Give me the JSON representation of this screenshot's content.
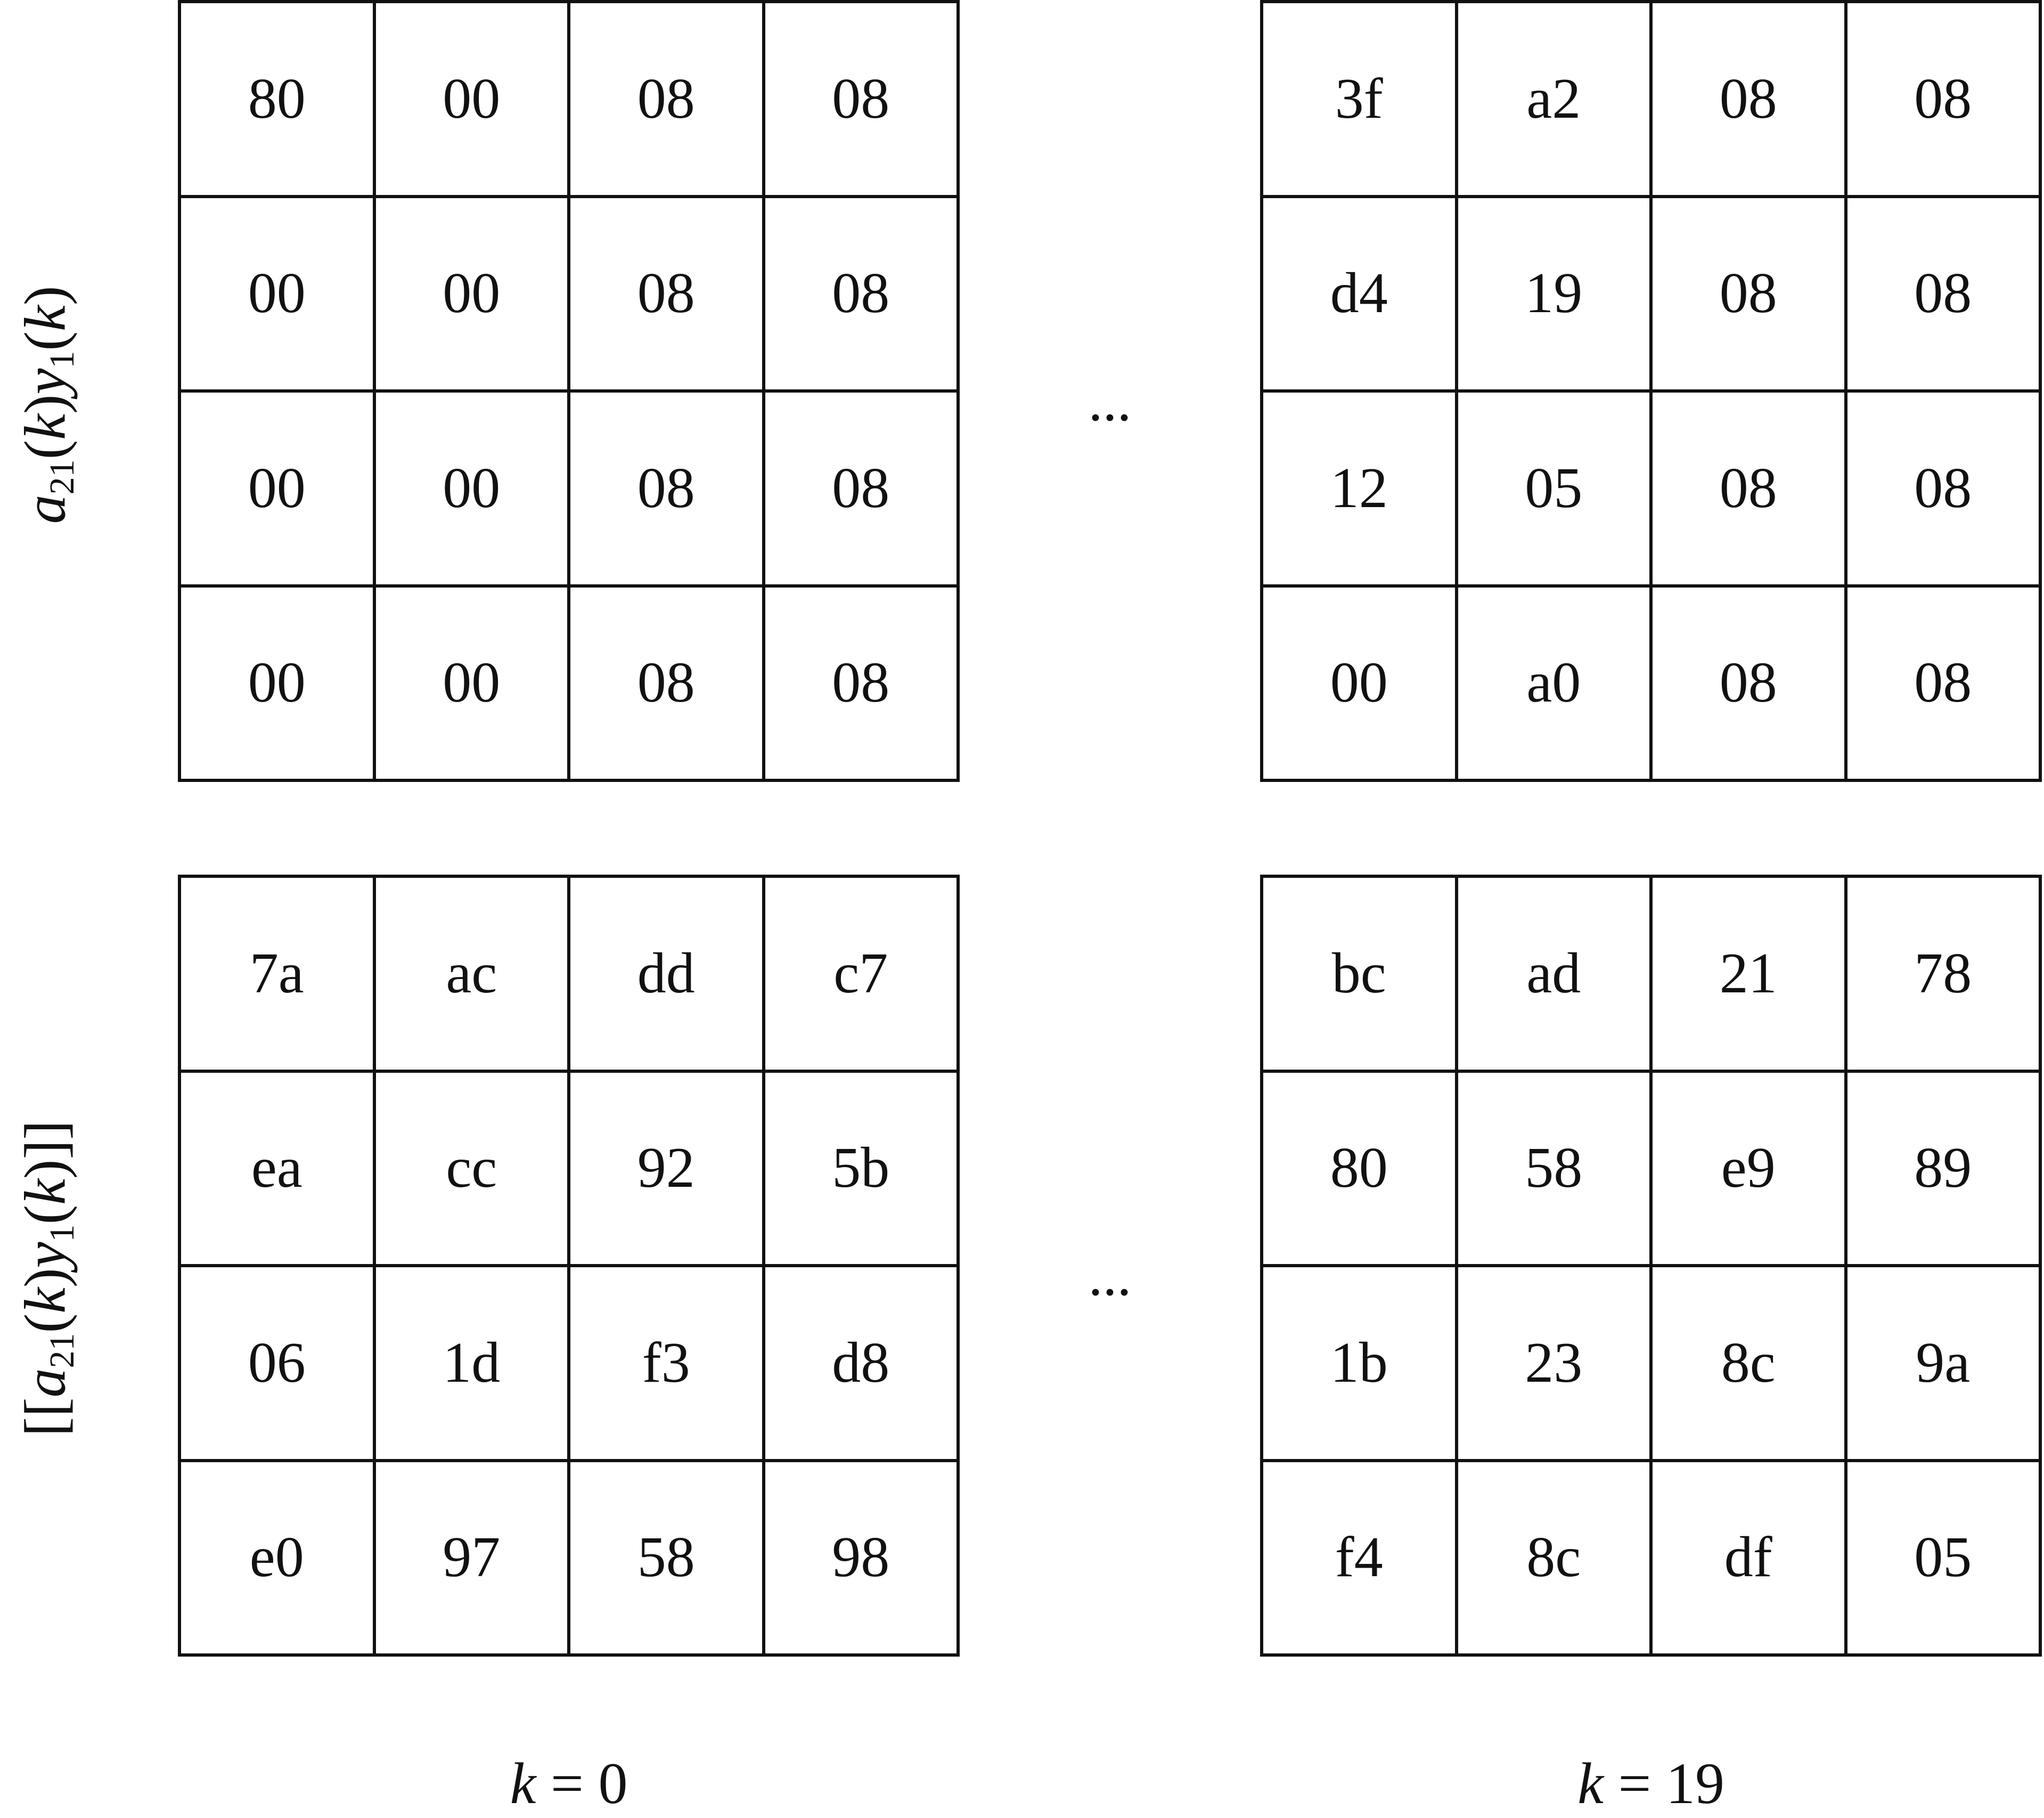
{
  "row_labels": {
    "top": {
      "a": "a",
      "a_sub": "21",
      "k1": "k",
      "y": "y",
      "y_sub": "1",
      "k2": "k"
    },
    "bottom": {
      "open": "[[",
      "a": "a",
      "a_sub": "21",
      "k1": "k",
      "y": "y",
      "y_sub": "1",
      "k2": "k",
      "close": "]]"
    }
  },
  "column_labels": {
    "left": {
      "var": "k",
      "eq": " = ",
      "value": "0"
    },
    "right": {
      "var": "k",
      "eq": " = ",
      "value": "19"
    }
  },
  "ellipsis": {
    "top": "...",
    "bottom": "..."
  },
  "matrices": {
    "top_left": [
      [
        "80",
        "00",
        "08",
        "08"
      ],
      [
        "00",
        "00",
        "08",
        "08"
      ],
      [
        "00",
        "00",
        "08",
        "08"
      ],
      [
        "00",
        "00",
        "08",
        "08"
      ]
    ],
    "top_right": [
      [
        "3f",
        "a2",
        "08",
        "08"
      ],
      [
        "d4",
        "19",
        "08",
        "08"
      ],
      [
        "12",
        "05",
        "08",
        "08"
      ],
      [
        "00",
        "a0",
        "08",
        "08"
      ]
    ],
    "bottom_left": [
      [
        "7a",
        "ac",
        "dd",
        "c7"
      ],
      [
        "ea",
        "cc",
        "92",
        "5b"
      ],
      [
        "06",
        "1d",
        "f3",
        "d8"
      ],
      [
        "e0",
        "97",
        "58",
        "98"
      ]
    ],
    "bottom_right": [
      [
        "bc",
        "ad",
        "21",
        "78"
      ],
      [
        "80",
        "58",
        "e9",
        "89"
      ],
      [
        "1b",
        "23",
        "8c",
        "9a"
      ],
      [
        "f4",
        "8c",
        "df",
        "05"
      ]
    ]
  }
}
